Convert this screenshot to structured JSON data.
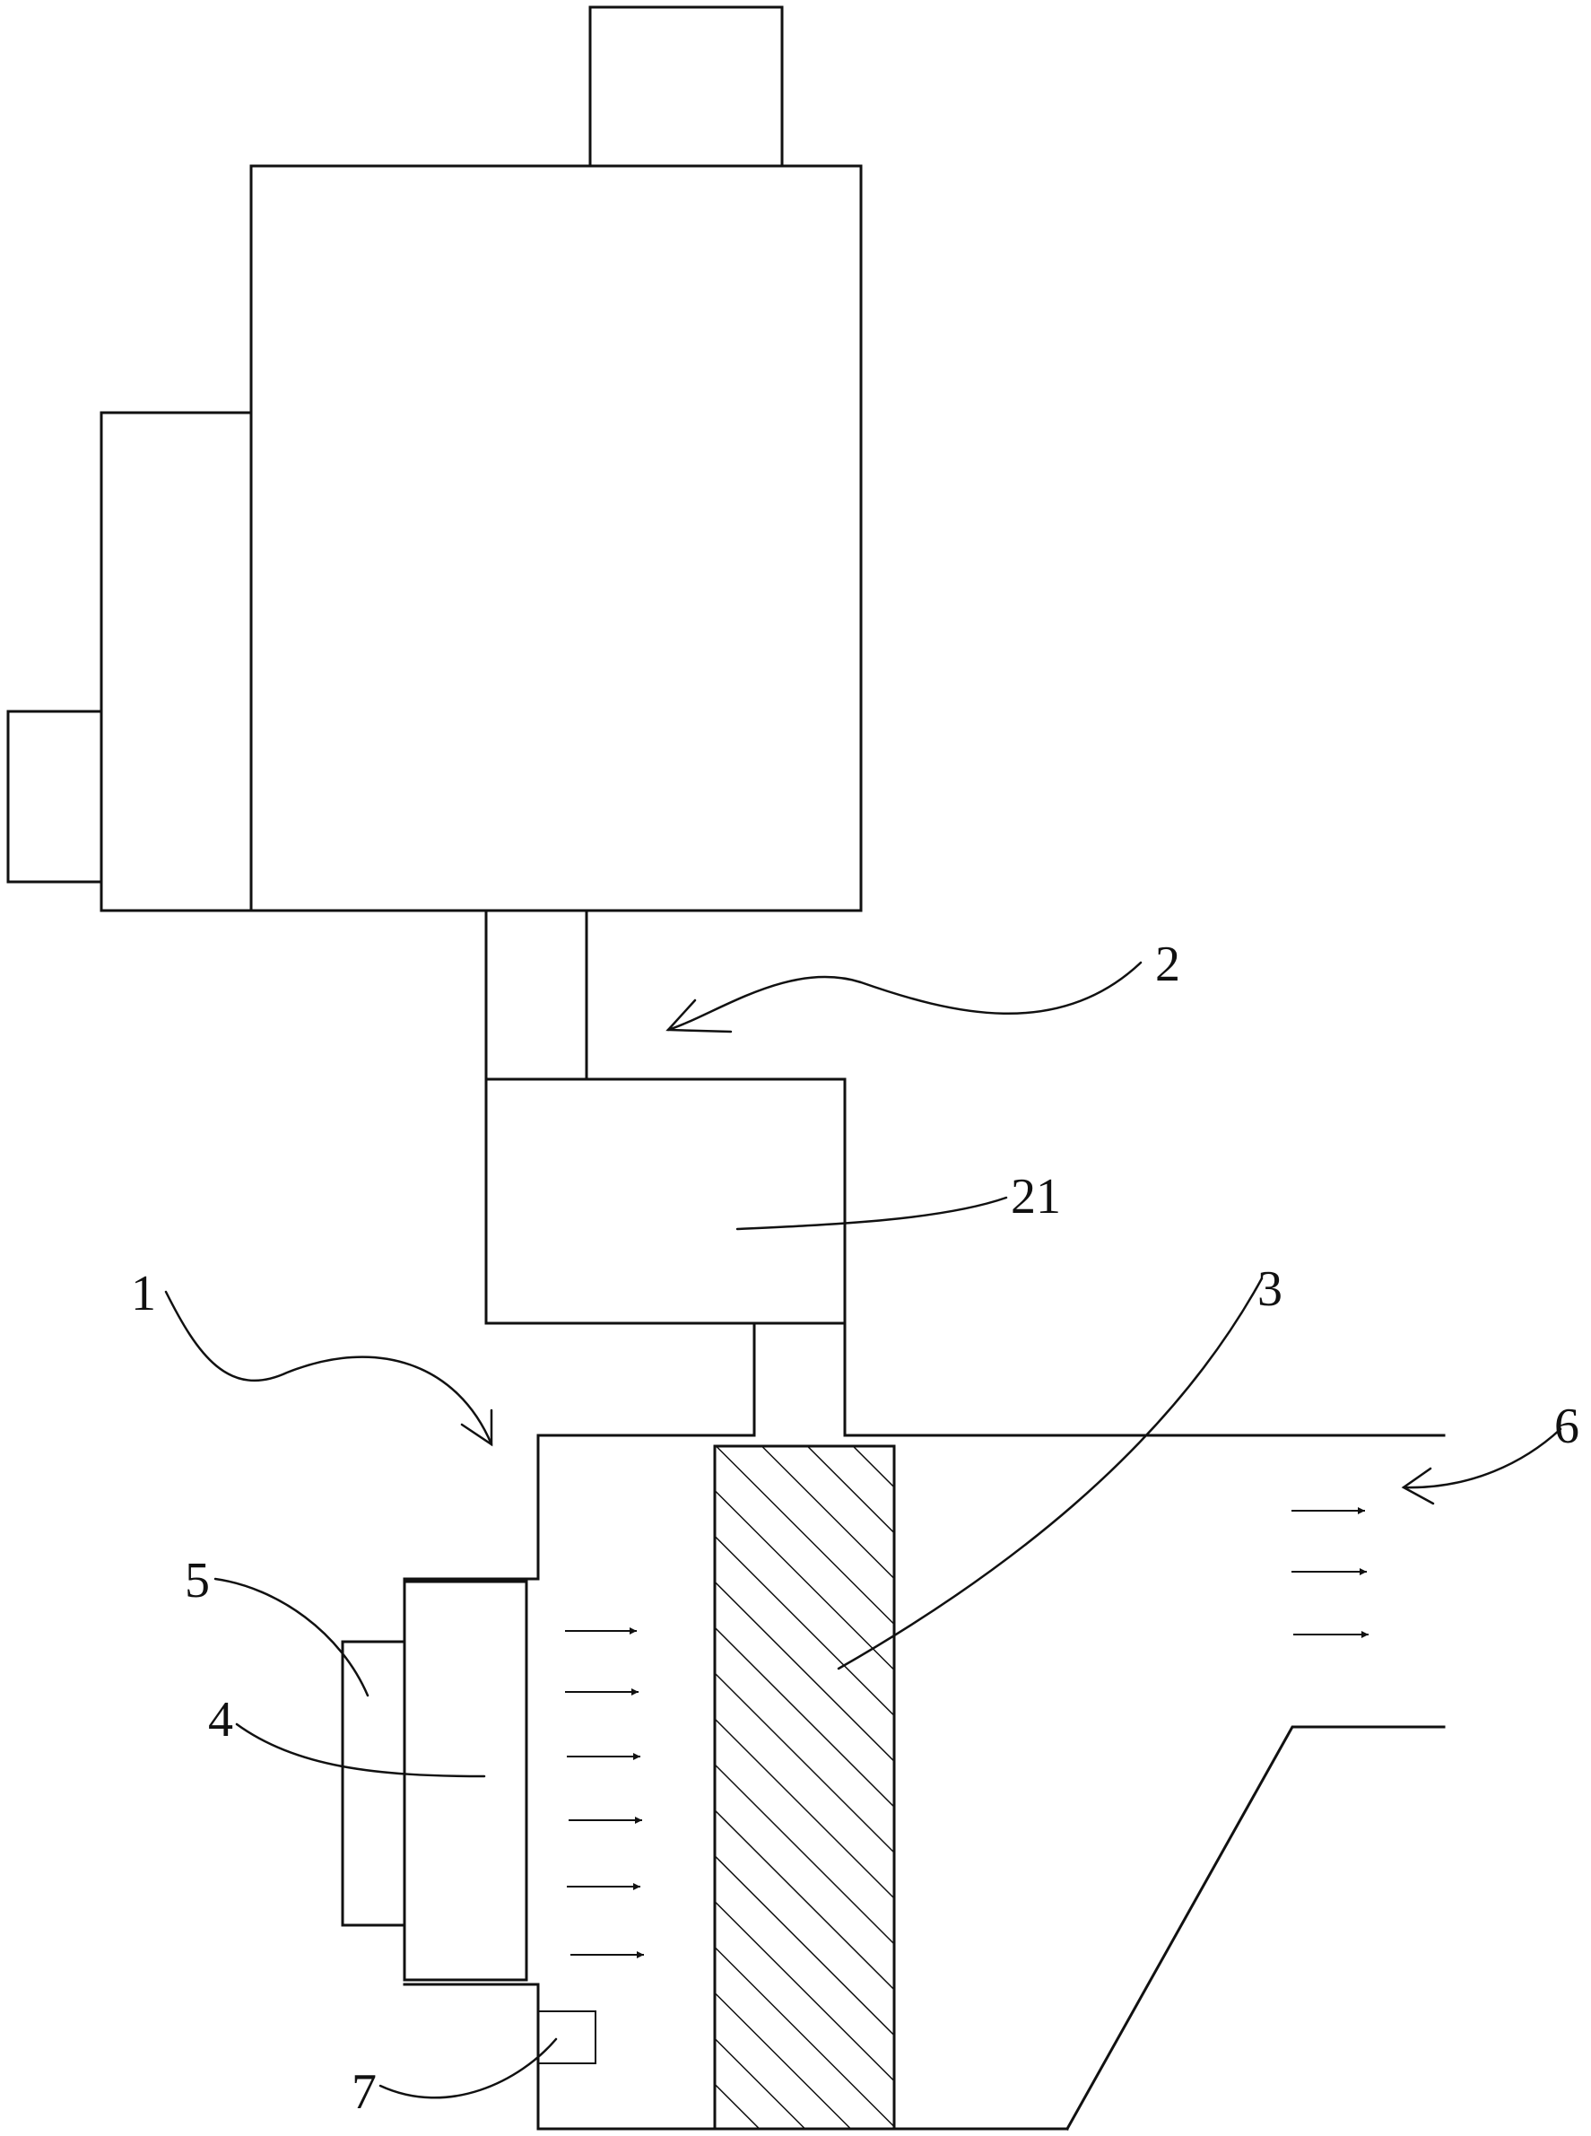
{
  "labels": {
    "l1": "1",
    "l2": "2",
    "l21": "21",
    "l3": "3",
    "l4": "4",
    "l5": "5",
    "l6": "6",
    "l7": "7"
  }
}
